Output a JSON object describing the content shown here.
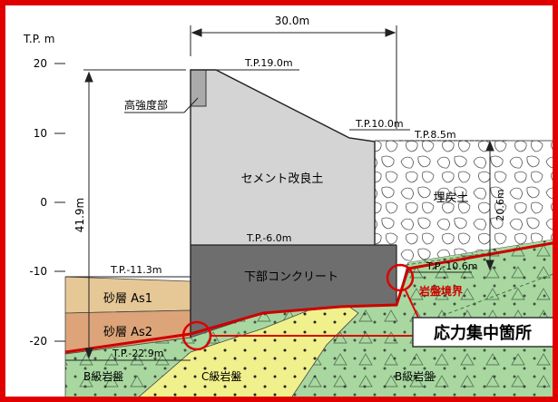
{
  "axis": {
    "unit_label": "T.P.  m",
    "ticks": [
      "20",
      "10",
      "0",
      "-10",
      "-20"
    ]
  },
  "dimensions": {
    "width": "30.0m",
    "total_height": "41.9m",
    "right_height": "20.6m"
  },
  "levels": {
    "top": "T.P.19.0m",
    "right_top": "T.P.10.0m",
    "right_fill_top": "T.P.8.5m",
    "cement_bottom": "T.P.-6.0m",
    "sand_top": "T.P.-11.3m",
    "right_bedrock": "T.P.-10.6m",
    "left_bedrock": "T.P.-22.9m"
  },
  "labels": {
    "high_strength": "高強度部",
    "cement": "セメント改良土",
    "concrete": "下部コンクリート",
    "backfill": "埋戻土",
    "sand1": "砂層 As1",
    "sand2": "砂層 As2",
    "b_rock_left": "B級岩盤",
    "c_rock": "C級岩盤",
    "b_rock_right": "B級岩盤",
    "rock_boundary": "岩盤境界",
    "stress_concentration": "応力集中箇所"
  },
  "colors": {
    "frame": "#e00000",
    "cement": "#d4d4d4",
    "concrete": "#6e6e6e",
    "sand1": "#e6c896",
    "sand2": "#dca478",
    "c_rock": "#f0f08c",
    "b_rock": "#a8d8a0",
    "boundary": "#cc0000"
  }
}
